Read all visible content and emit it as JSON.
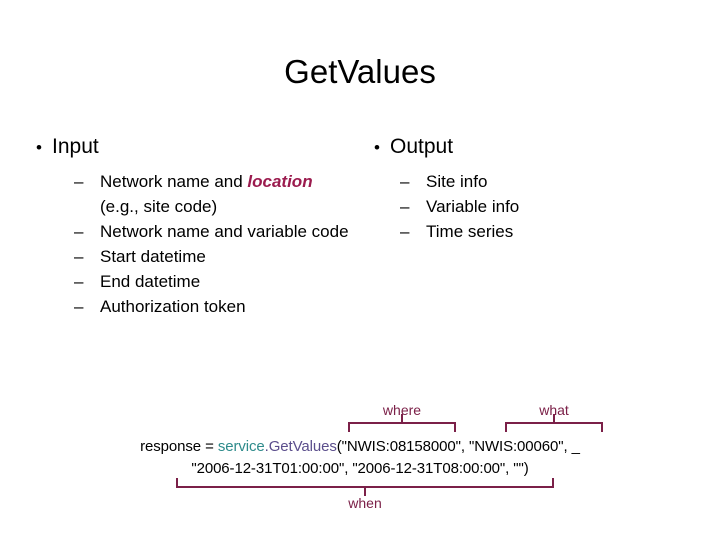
{
  "slide": {
    "title": "GetValues",
    "columns": [
      {
        "id": "input",
        "heading": "Input",
        "bullet_glyph": "•",
        "dash_glyph": "–",
        "items": [
          {
            "prefix": "Network name and ",
            "emphasis": "location",
            "suffix": " (e.g., site code)"
          },
          {
            "prefix": "Network name and variable code",
            "emphasis": "",
            "suffix": ""
          },
          {
            "prefix": "Start datetime",
            "emphasis": "",
            "suffix": ""
          },
          {
            "prefix": "End datetime",
            "emphasis": "",
            "suffix": ""
          },
          {
            "prefix": "Authorization token",
            "emphasis": "",
            "suffix": ""
          }
        ]
      },
      {
        "id": "output",
        "heading": "Output",
        "bullet_glyph": "•",
        "dash_glyph": "–",
        "items": [
          {
            "prefix": "Site info",
            "emphasis": "",
            "suffix": ""
          },
          {
            "prefix": "Variable info",
            "emphasis": "",
            "suffix": ""
          },
          {
            "prefix": "Time series",
            "emphasis": "",
            "suffix": ""
          }
        ]
      }
    ],
    "code": {
      "line1_pre": "response = ",
      "line1_service": "service",
      "line1_method": ".GetValues",
      "line1_args": "(\"NWIS:08158000\", \"NWIS:00060\", _",
      "line2": "\"2006-12-31T01:00:00\", \"2006-12-31T08:00:00\", \"\")"
    },
    "annotations": [
      {
        "id": "where",
        "label": "where"
      },
      {
        "id": "what",
        "label": "what"
      },
      {
        "id": "when",
        "label": "when"
      }
    ],
    "colors": {
      "emphasis": "#9B1B4E",
      "annotation": "#7B2048",
      "code_service": "#2E8B8B",
      "code_method": "#5B4E8C",
      "text": "#000000",
      "background": "#FFFFFF"
    }
  }
}
